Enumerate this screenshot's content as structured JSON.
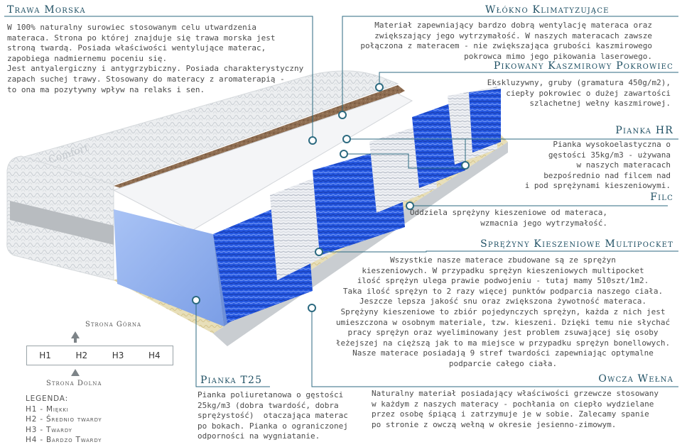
{
  "labels": {
    "trawa": {
      "title": "Trawa Morska",
      "text": "W 100% naturalny surowiec stosowanym celu utwardzenia\nmateraca. Strona po której znajduje się trawa morska jest\nstroną twardą. Posiada właściwości wentylujące materac,\nzapobiega nadmiernemu poceniu się.\nJest antyalergiczny i antygrzybiczny. Posiada charakterystyczny\nzapach suchej trawy. Stosowany do materacy z aromaterapią -\nto ona ma pozytywny wpływ na relaks i sen."
    },
    "wlokno": {
      "title": "Włókno Klimatyzujące",
      "text": "Materiał zapewniający bardzo dobrą wentylację materaca oraz\nzwiększający jego wytrzymałość. W naszych materacach zawsze\npołączona z materacem - nie zwiększająca grubości kaszmirowego\npokrowca mimo jego pikowania laserowego."
    },
    "pokrowiec": {
      "title": "Pikowany Kaszmirowy Pokrowiec",
      "text": "Ekskluzywny, gruby (gramatura 450g/m2),\nciepły pokrowiec o dużej zawartości\nszlachetnej wełny kaszmirowej."
    },
    "piankaHR": {
      "title": "Pianka HR",
      "text": "Pianka wysokoelastyczna o\ngęstości 35kg/m3 - używana\nw naszych materacach\nbezpośrednio nad filcem nad\ni pod sprężynami kieszeniowymi."
    },
    "filc": {
      "title": "Filc",
      "text": "Oddziela sprężyny kieszeniowe od materaca,\nwzmacnia jego wytrzymałość."
    },
    "sprezyny": {
      "title": "Sprężyny Kieszeniowe Multipocket",
      "text": "Wszystkie nasze materace zbudowane są ze sprężyn\nkieszeniowych. W przypadku sprężyn kieszeniowych multipocket\nilość sprężyn ulega prawie podwojeniu - tutaj mamy 510szt/1m2.\nTaka ilość sprężyn to 2 razy więcej punktów podparcia naszego ciała.\nJeszcze lepsza jakość snu oraz zwiększona żywotność materaca.\nSprężyny kieszeniowe to zbiór pojedynczych sprężyn, każda z nich jest\numieszczona w osobnym materiale, tzw. kieszeni. Dzięki temu nie słychać\npracy sprężyn oraz wyeliminowany jest problem zsuwającej się osoby\nłeżejszej na cięższą jak to ma miejsce w przypadku sprężyn bonellowych.\nNasze materace posiadają 9 stref twardości zapewniając optymalne\npodparcie całego ciała."
    },
    "piankaT25": {
      "title": "Pianka T25",
      "text": "Pianka poliuretanowa o gęstości\n25kg/m3 (dobra twardość, dobra\nsprężystość)  otaczająca materac\npo bokach. Pianka o ograniczonej\nodporności na wygniatanie."
    },
    "welna": {
      "title": "Owcza Wełna",
      "text": "Naturalny materiał posiadający właściwości grzewcze stosowany\nw każdym z naszych materacy - pochłania on ciepło wydzielane\nprzez osobę śpiącą i zatrzymuje je w sobie. Zalecamy spanie\npo stronie z owczą wełną w okresie jesienno-zimowym."
    }
  },
  "hardness": {
    "top_label": "Strona Górna",
    "bottom_label": "Strona Dolna",
    "levels": [
      "H1",
      "H2",
      "H3",
      "H4"
    ],
    "legend_title": "LEGENDA:",
    "legend": [
      "H1 - Miękki",
      "H2 - Średnio twardy",
      "H3 - Twardy",
      "H4 - Bardzo Twardy"
    ]
  },
  "colors": {
    "title": "#1e4f63",
    "line": "#2c6a80",
    "spring_blue": "#1f4fd8",
    "spring_white": "#e9ecf2",
    "foam_blue": "#8fb0ee",
    "coir": "#8b6a4e"
  },
  "watermark": "Comfort"
}
